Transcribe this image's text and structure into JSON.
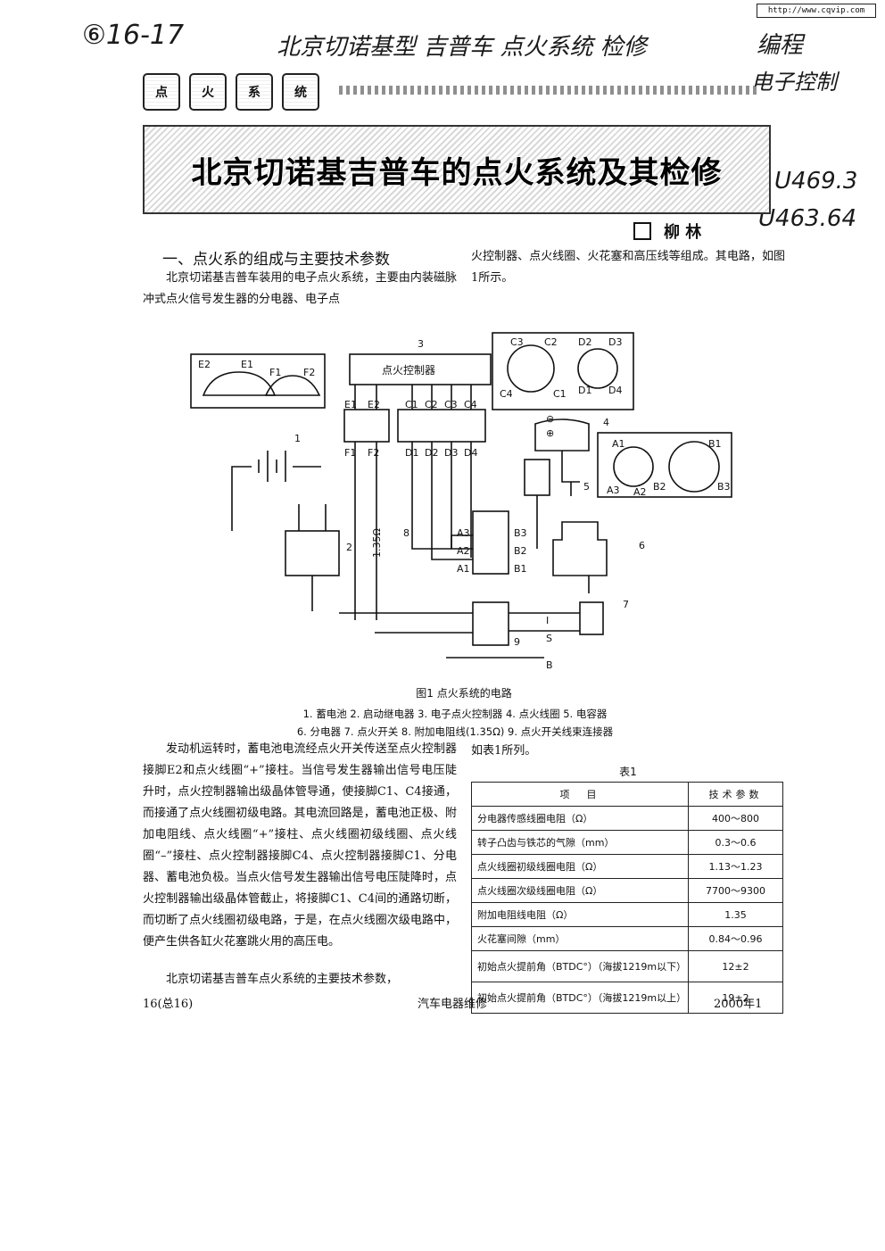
{
  "header": {
    "url": "http://www.cqvip.com",
    "handwriting_left": "⑥16-17",
    "handwriting_top": "北京切诺基型 吉普车 点火系统 检修",
    "handwriting_right_1": "编程",
    "handwriting_right_2": "电子控制",
    "handwriting_code_1": "U469.3",
    "handwriting_code_2": "U463.64"
  },
  "ribbon": {
    "tags": [
      "点",
      "火",
      "系",
      "统"
    ]
  },
  "article": {
    "title": "北京切诺基吉普车的点火系统及其检修",
    "author": "柳  林",
    "section1_title": "一、点火系的组成与主要技术参数",
    "intro_left": "北京切诺基吉普车装用的电子点火系统，主要由内装磁脉冲式点火信号发生器的分电器、电子点",
    "intro_right": "火控制器、点火线圈、火花塞和高压线等组成。其电路，如图1所示。",
    "body_left": "发动机运转时，蓄电池电流经点火开关传送至点火控制器接脚E2和点火线圈“+”接柱。当信号发生器输出信号电压陡升时，点火控制器输出级晶体管导通，使接脚C1、C4接通，而接通了点火线圈初级电路。其电流回路是，蓄电池正极、附加电阻线、点火线圈“+”接柱、点火线圈初级线圈、点火线圈“–”接柱、点火控制器接脚C4、点火控制器接脚C1、分电器、蓄电池负极。当点火信号发生器输出信号电压陡降时，点火控制器输出级晶体管截止，将接脚C1、C4间的通路切断，而切断了点火线圈初级电路，于是，在点火线圈次级电路中，便产生供各缸火花塞跳火用的高压电。",
    "body_left_2": "北京切诺基吉普车点火系统的主要技术参数，",
    "body_right_1": "如表1所列。"
  },
  "figure": {
    "caption": "图1  点火系统的电路",
    "legend_line1": "1. 蓄电池  2. 启动继电器  3. 电子点火控制器  4. 点火线圈  5. 电容器",
    "legend_line2": "6. 分电器  7. 点火开关  8. 附加电阻线(1.35Ω)  9. 点火开关线束连接器",
    "labels": {
      "controller": "点火控制器",
      "n1": "1",
      "n2": "2",
      "n3": "3",
      "n4": "4",
      "n5": "5",
      "n6": "6",
      "n7": "7",
      "n8": "8",
      "n9": "9",
      "e1": "E1",
      "e2": "E2",
      "f1": "F1",
      "f2": "F2",
      "c1": "C1",
      "c2": "C2",
      "c3": "C3",
      "c4": "C4",
      "d1": "D1",
      "d2": "D2",
      "d3": "D3",
      "d4": "D4",
      "a1": "A1",
      "a2": "A2",
      "a3": "A3",
      "b1": "B1",
      "b2": "B2",
      "b3": "B3",
      "minus": "⊖",
      "plus": "⊕",
      "res": "1.35Ω",
      "sw_i": "I",
      "sw_s": "S",
      "sw_b": "B"
    }
  },
  "table": {
    "title": "表1",
    "headers": [
      "项　目",
      "技术参数"
    ],
    "rows": [
      [
        "分电器传感线圈电阻（Ω）",
        "400～800"
      ],
      [
        "转子凸齿与铁芯的气隙（mm）",
        "0.3～0.6"
      ],
      [
        "点火线圈初级线圈电阻（Ω）",
        "1.13～1.23"
      ],
      [
        "点火线圈次级线圈电阻（Ω）",
        "7700～9300"
      ],
      [
        "附加电阻线电阻（Ω）",
        "1.35"
      ],
      [
        "火花塞间隙（mm）",
        "0.84～0.96"
      ],
      [
        "初始点火提前角（BTDC°）（海拔1219m以下）",
        "12±2"
      ],
      [
        "初始点火提前角（BTDC°）（海拔1219m以上）",
        "19±2"
      ]
    ]
  },
  "footer": {
    "page": "16(总16)",
    "journal": "汽车电器维修",
    "year": "2000年1"
  }
}
